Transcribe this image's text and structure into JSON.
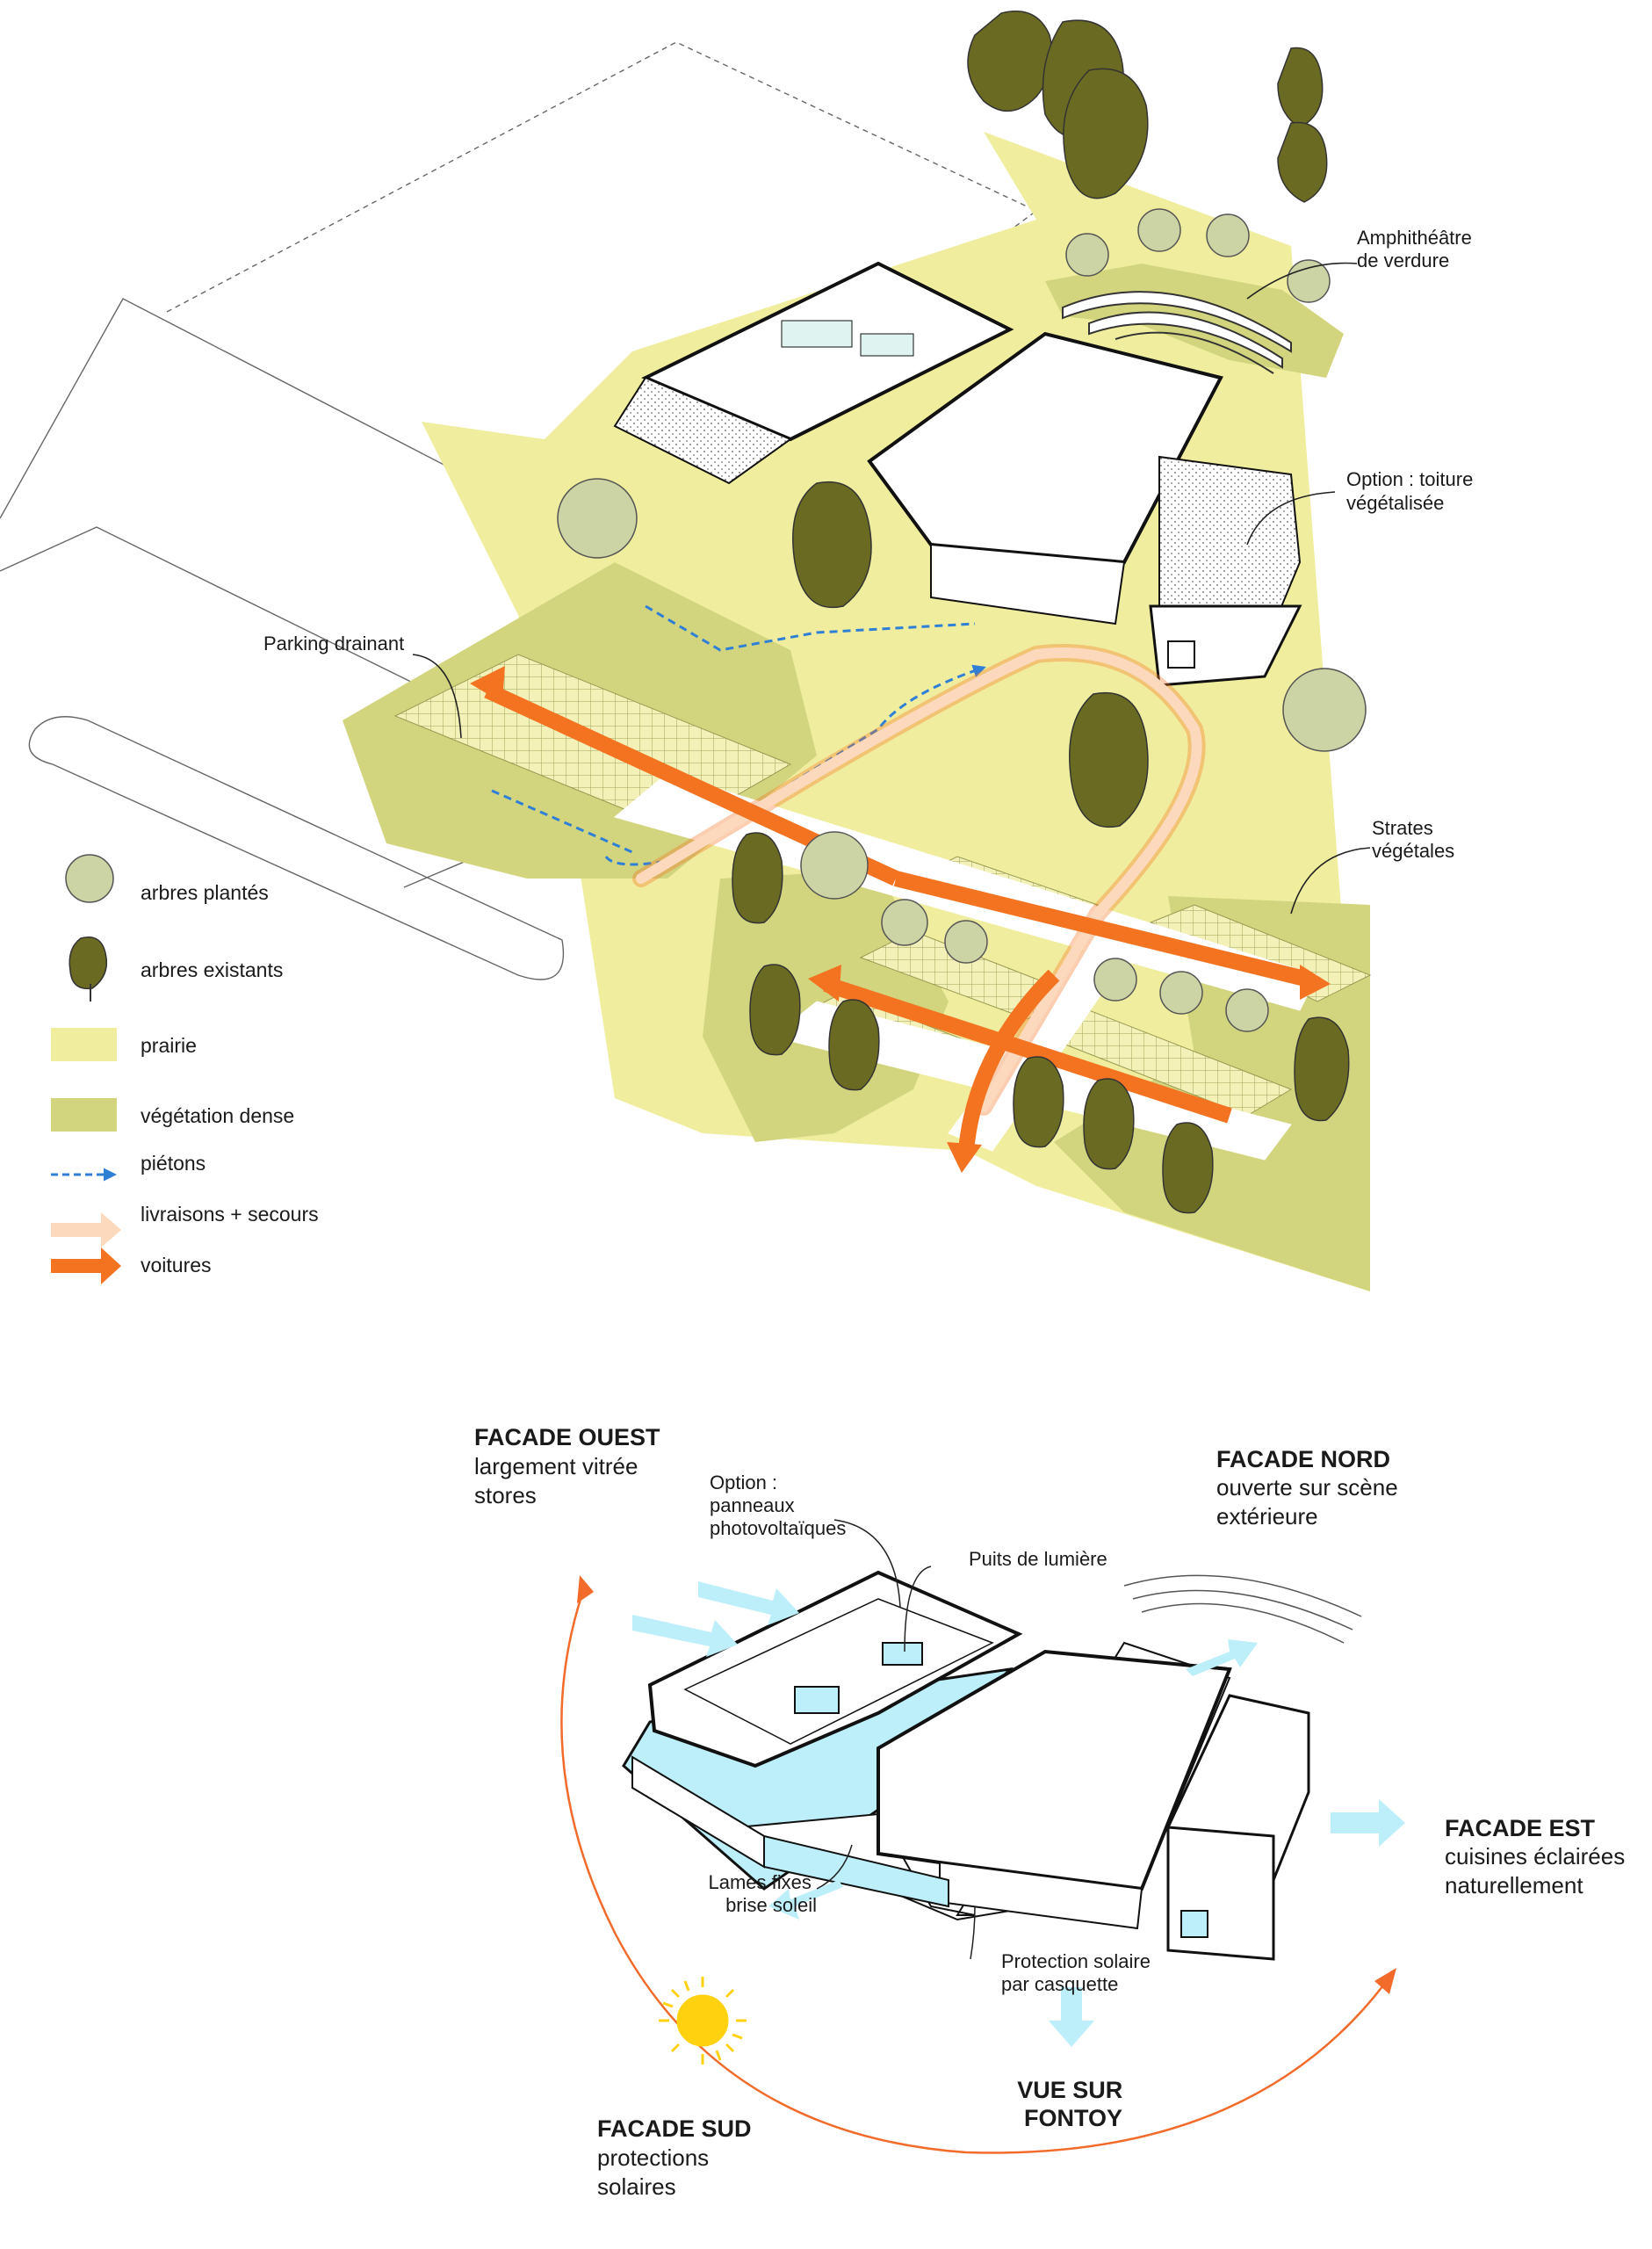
{
  "site_plan": {
    "annotations": {
      "amphitheatre": [
        "Amphithéâtre",
        "de verdure"
      ],
      "toiture": [
        "Option : toiture",
        "végétalisée"
      ],
      "parking": "Parking drainant",
      "strates": [
        "Strates",
        "végétales"
      ]
    },
    "legend": [
      {
        "key": "arbres_plantes",
        "label": "arbres plantés",
        "icon": "planted-tree-icon"
      },
      {
        "key": "arbres_existants",
        "label": "arbres existants",
        "icon": "existing-tree-icon"
      },
      {
        "key": "prairie",
        "label": "prairie",
        "color": "#f0ee9e"
      },
      {
        "key": "vegetation_dense",
        "label": "végétation dense",
        "color": "#d2d57e"
      },
      {
        "key": "pietons",
        "label": "piétons",
        "color": "#2f7fd6"
      },
      {
        "key": "livraisons",
        "label": "livraisons + secours",
        "color": "#fcd9bd"
      },
      {
        "key": "voitures",
        "label": "voitures",
        "color": "#f37321"
      }
    ]
  },
  "orientation": {
    "ouest": {
      "title": "FACADE OUEST",
      "lines": [
        "largement vitrée",
        "stores"
      ]
    },
    "nord": {
      "title": "FACADE NORD",
      "lines": [
        "ouverte sur scène",
        "extérieure"
      ]
    },
    "est": {
      "title": "FACADE EST",
      "lines": [
        "cuisines éclairées",
        "naturellement"
      ]
    },
    "sud": {
      "title": "FACADE SUD",
      "lines": [
        "protections",
        "solaires"
      ]
    },
    "vue": {
      "lines": [
        "VUE SUR",
        "FONTOY"
      ]
    },
    "notes": {
      "panneaux": [
        "Option :",
        "panneaux",
        "photovoltaïques"
      ],
      "puits": "Puits de lumière",
      "lames": [
        "Lames fixes",
        "brise soleil"
      ],
      "casquette": [
        "Protection solaire",
        "par casquette"
      ]
    }
  },
  "colors": {
    "prairie": "#f0ee9e",
    "dense": "#d2d57e",
    "tree_existing": "#6b6a22",
    "tree_planted": "#ccd4a6",
    "cars": "#f37321",
    "delivery": "#fcd9bd",
    "pedestrian": "#2f7fd6",
    "glass": "#bdeffa",
    "sun": "#ffd10f"
  }
}
